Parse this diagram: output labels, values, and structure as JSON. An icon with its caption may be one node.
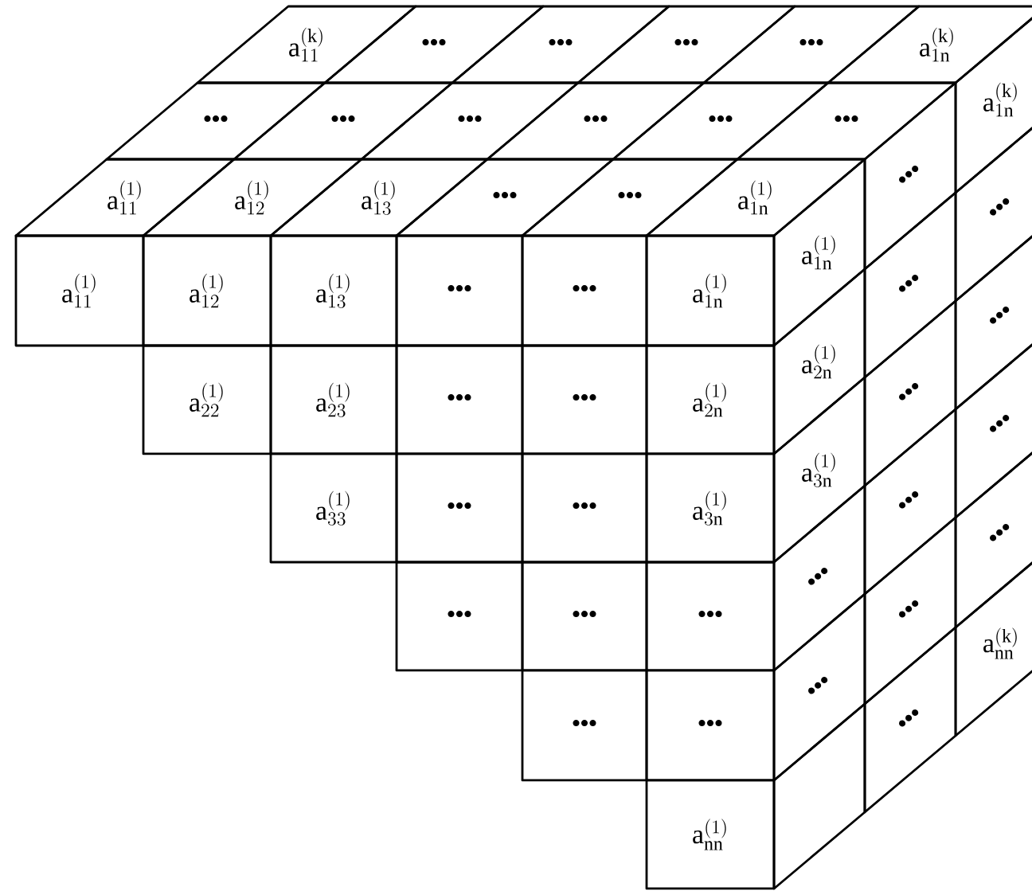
{
  "diagram": {
    "nodes": [
      {
        "text": [
          "\\mathrm{a}_{11}^{(\\mathrm{k})}"
        ]
      },
      {
        "text": [
          "•••"
        ]
      },
      {
        "text": [
          "•••"
        ]
      },
      {
        "text": [
          "•••"
        ]
      },
      {
        "text": [
          "•••"
        ]
      },
      {
        "text": [
          "\\mathrm{a}_{1\\mathrm{n}}^{(\\mathrm{k})}"
        ]
      },
      {
        "text": [
          "•••"
        ]
      },
      {
        "text": [
          "•••"
        ]
      },
      {
        "text": [
          "•••"
        ]
      },
      {
        "text": [
          "•••"
        ]
      },
      {
        "text": [
          "•••"
        ]
      },
      {
        "text": [
          "•••"
        ]
      },
      {
        "text": [
          "\\mathrm{a}_{11}^{(1)}"
        ]
      },
      {
        "text": [
          "\\mathrm{a}_{12}^{(1)}"
        ]
      },
      {
        "text": [
          "\\mathrm{a}_{13}^{(1)}"
        ]
      },
      {
        "text": [
          "•••"
        ]
      },
      {
        "text": [
          "•••"
        ]
      },
      {
        "text": [
          "\\mathrm{a}_{1\\mathrm{n}}^{(1)}"
        ]
      },
      {
        "text": [
          "\\mathrm{a}_{11}^{(1)}"
        ]
      },
      {
        "text": [
          "\\mathrm{a}_{12}^{(1)}"
        ]
      },
      {
        "text": [
          "\\mathrm{a}_{13}^{(1)}"
        ]
      },
      {
        "text": [
          "•••"
        ]
      },
      {
        "text": [
          "•••"
        ]
      },
      {
        "text": [
          "\\mathrm{a}_{1\\mathrm{n}}^{(1)}"
        ]
      },
      {
        "text": [
          "\\mathrm{a}_{22}^{(1)}"
        ]
      },
      {
        "text": [
          "\\mathrm{a}_{23}^{(1)}"
        ]
      },
      {
        "text": [
          "•••"
        ]
      },
      {
        "text": [
          "•••"
        ]
      },
      {
        "text": [
          "\\mathrm{a}_{2\\mathrm{n}}^{(1)}"
        ]
      },
      {
        "text": [
          "\\mathrm{a}_{33}^{(1)}"
        ]
      },
      {
        "text": [
          "•••"
        ]
      },
      {
        "text": [
          "•••"
        ]
      },
      {
        "text": [
          "\\mathrm{a}_{3\\mathrm{n}}^{(1)}"
        ]
      },
      {
        "text": [
          "•••"
        ]
      },
      {
        "text": [
          "•••"
        ]
      },
      {
        "text": [
          "•••"
        ]
      },
      {
        "text": [
          "•••"
        ]
      },
      {
        "text": [
          "•••"
        ]
      },
      {
        "text": [
          "\\mathrm{a}_{\\mathrm{nn}}^{(1)}"
        ]
      },
      {
        "text": [
          "\\mathrm{a}_{1\\mathrm{n}}^{(1)}"
        ]
      },
      {
        "text": [
          "•••"
        ]
      },
      {
        "text": [
          "\\mathrm{a}_{1\\mathrm{n}}^{(\\mathrm{k})}"
        ]
      },
      {
        "text": [
          "\\mathrm{a}_{2\\mathrm{n}}^{(1)}"
        ]
      },
      {
        "text": [
          "•••"
        ]
      },
      {
        "text": [
          "•••"
        ]
      },
      {
        "text": [
          "\\mathrm{a}_{3\\mathrm{n}}^{(1)}"
        ]
      },
      {
        "text": [
          "•••"
        ]
      },
      {
        "text": [
          "•••"
        ]
      },
      {
        "text": [
          "•••"
        ]
      },
      {
        "text": [
          "•••"
        ]
      },
      {
        "text": [
          "•••"
        ]
      },
      {
        "text": [
          "•••"
        ]
      },
      {
        "text": [
          "•••"
        ]
      },
      {
        "text": [
          "•••"
        ]
      },
      {
        "text": [],
        "shape": "box"
      },
      {
        "text": [
          "•••"
        ]
      },
      {
        "text": [
          "\\mathrm{a}_{\\mathrm{nn}}^{(\\mathrm{k})}"
        ]
      }
    ]
  }
}
